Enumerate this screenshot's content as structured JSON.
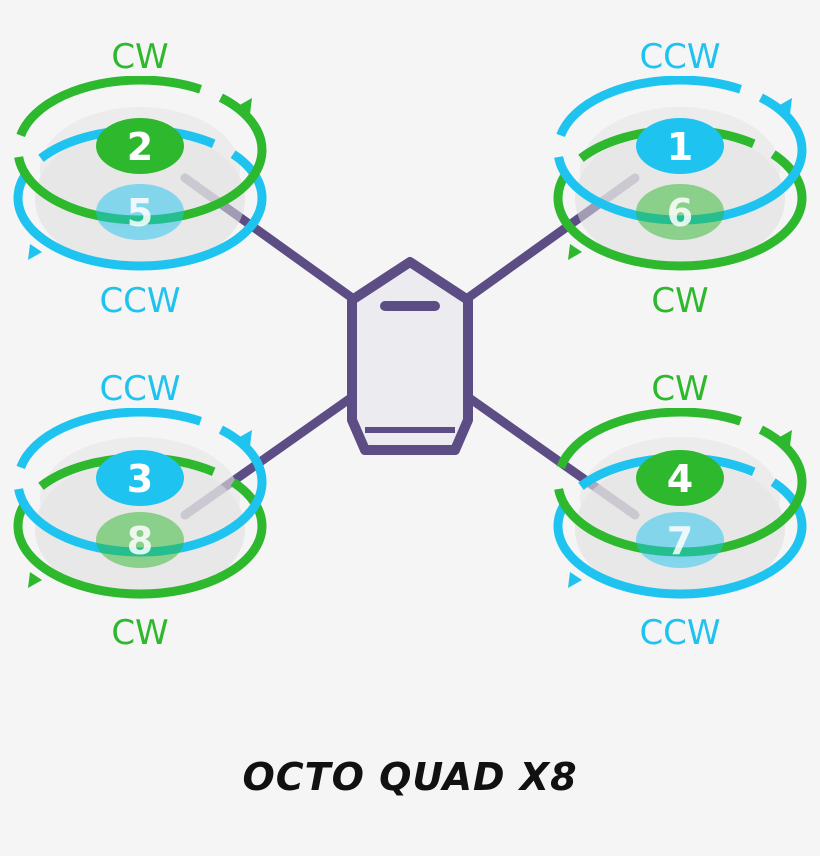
{
  "title": "OCTO QUAD X8",
  "colors": {
    "background": "#f5f5f5",
    "cw": "#2db82d",
    "ccw": "#1ec3f0",
    "frame": "#5c4d85",
    "body_fill": "#ececf0",
    "prop_disc": "#dcdcdc"
  },
  "arms": [
    {
      "id": "front-left",
      "top": {
        "motor": "2",
        "direction": "CW"
      },
      "bottom": {
        "motor": "5",
        "direction": "CCW"
      }
    },
    {
      "id": "front-right",
      "top": {
        "motor": "1",
        "direction": "CCW"
      },
      "bottom": {
        "motor": "6",
        "direction": "CW"
      }
    },
    {
      "id": "rear-left",
      "top": {
        "motor": "3",
        "direction": "CCW"
      },
      "bottom": {
        "motor": "8",
        "direction": "CW"
      }
    },
    {
      "id": "rear-right",
      "top": {
        "motor": "4",
        "direction": "CW"
      },
      "bottom": {
        "motor": "7",
        "direction": "CCW"
      }
    }
  ]
}
